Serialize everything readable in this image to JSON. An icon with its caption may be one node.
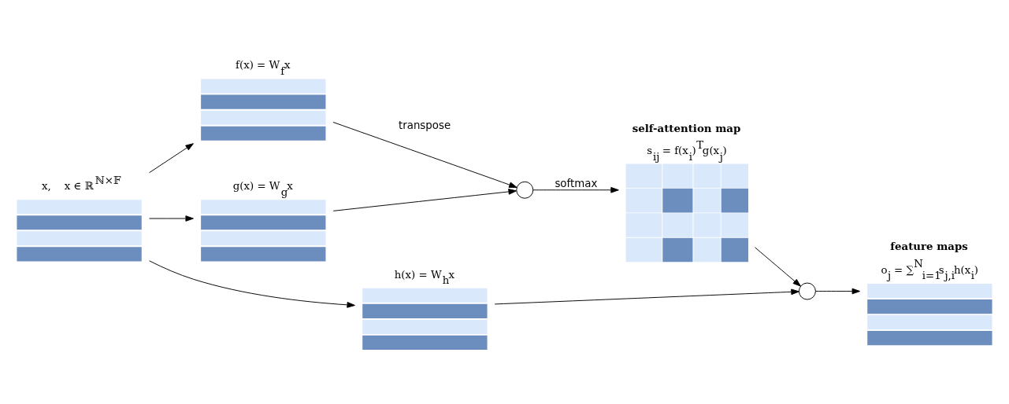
{
  "diagram": {
    "nodes": [
      {
        "text": [
          "x,    x ∈ ℝ$^{ℕ×𝔽}$"
        ]
      },
      {
        "text": [
          "f(x) = W$_{f}$x"
        ]
      },
      {
        "text": [
          "g(x) = W$_{g}$x"
        ]
      },
      {
        "text": [
          "h(x) = W$_{h}$x"
        ]
      },
      {
        "text": [],
        "shape": "circle"
      },
      {
        "text": [
          "self-attention map",
          "s$_{ij}$ = f(x$_{i}$)$^{T}$g(x$_{j}$)"
        ]
      },
      {
        "text": [],
        "shape": "circle"
      },
      {
        "text": [
          "feature maps",
          "o$_{j}$ = ∑$^{N}$$_{i=1}$s$_{j,i}$h(x$_{i}$)"
        ]
      }
    ],
    "edges": [
      {
        "from": 0,
        "to": 1,
        "arrow": "to"
      },
      {
        "from": 0,
        "to": 2,
        "arrow": "to"
      },
      {
        "from": 0,
        "to": 3,
        "arrow": "to"
      },
      {
        "from": 1,
        "to": 4,
        "label": "transpose",
        "arrow": "to"
      },
      {
        "from": 2,
        "to": 4,
        "arrow": "to"
      },
      {
        "from": 4,
        "to": 5,
        "label": "softmax",
        "arrow": "to"
      },
      {
        "from": 5,
        "to": 6,
        "arrow": "to"
      },
      {
        "from": 3,
        "to": 6,
        "arrow": "to"
      },
      {
        "from": 6,
        "to": 7,
        "arrow": "to"
      }
    ]
  }
}
